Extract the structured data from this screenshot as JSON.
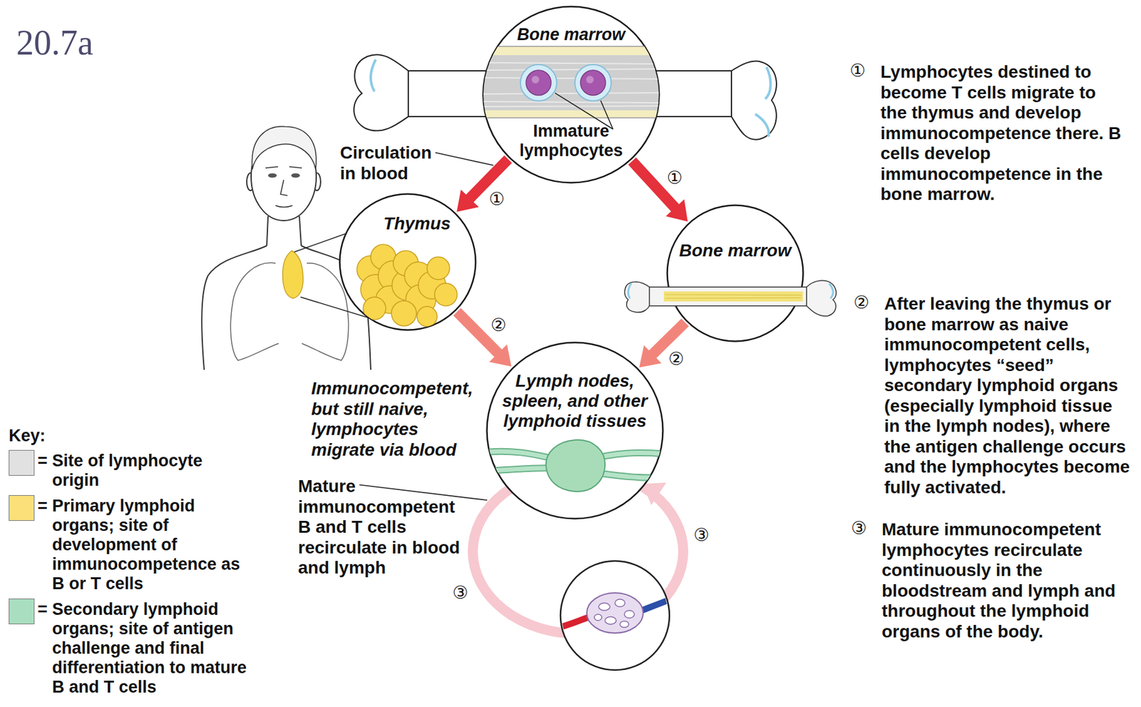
{
  "diagram": {
    "title": "20.7a",
    "nodes": [
      {
        "text": [
          "Bone marrow",
          "Immature lymphocytes"
        ]
      },
      {
        "text": [
          "Thymus"
        ]
      },
      {
        "text": [
          "Bone marrow"
        ]
      },
      {
        "text": [
          "Lymph nodes, spleen, and other lymphoid tissues"
        ]
      }
    ],
    "edges": [
      {
        "from": 0,
        "to": 1,
        "arrow": "to",
        "label": "①"
      },
      {
        "from": 0,
        "to": 2,
        "arrow": "to",
        "label": "①"
      },
      {
        "from": 1,
        "to": 3,
        "arrow": "to",
        "label": "②"
      },
      {
        "from": 2,
        "to": 3,
        "arrow": "to",
        "label": "②"
      }
    ],
    "labels": [
      "Circulation in blood",
      "Immunocompetent, but still naive, lymphocytes migrate via blood",
      "Mature immunocompetent B and T cells recirculate in blood and lymph",
      "③",
      "③",
      "①",
      "Lymphocytes destined to become T cells migrate to the thymus and develop immunocompetence there. B cells develop immunocompetence in the bone marrow.",
      "②",
      "After leaving the thymus or bone marrow as naive immunocompetent cells, lymphocytes “seed” secondary lymphoid organs (especially lymphoid tissue in the lymph nodes), where the antigen challenge occurs and the lymphocytes become fully activated.",
      "③",
      "Mature immunocompetent lymphocytes recirculate continuously in the bloodstream and lymph and throughout the lymphoid organs of the body.",
      "Key:"
    ],
    "legend": [
      {
        "text": "= Site of lymphocyte origin",
        "color": "#e1e1e1"
      },
      {
        "text": "= Primary lymphoid organs; site of development of immunocompetence as B or T cells",
        "color": "#fbe07a"
      },
      {
        "text": "= Secondary lymphoid organs; site of antigen challenge and final differentiation to mature B and T cells",
        "color": "#a9dfc0"
      }
    ]
  }
}
